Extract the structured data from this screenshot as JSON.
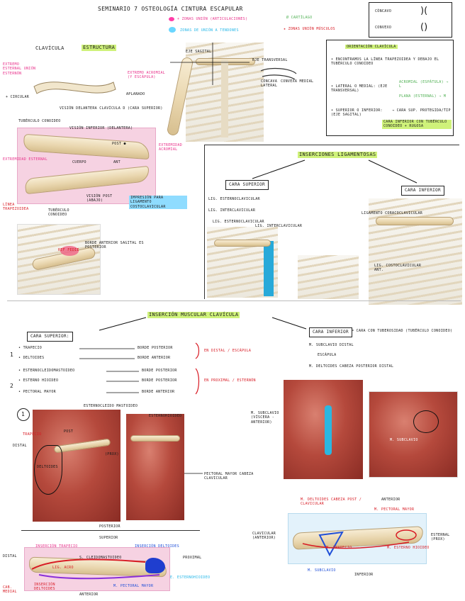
{
  "header": {
    "title": "SEMINARIO 7 OSTEOLOGÍA CINTURA ESCAPULAR",
    "legend": {
      "pink": "+ ZONAS UNIÓN (ARTICULACIONES)",
      "green": "Ø CARTÍLAGO",
      "blue": "ZONAS DE UNIÓN A TENDONES",
      "red": "★ ZONAS UNIÓN MÚSCULOS"
    },
    "curvature": {
      "concavo": "CÓNCAVO",
      "convexo": "CONVEXO",
      "concave_symbol": ")(",
      "convex_symbol": "()"
    }
  },
  "clavicula": {
    "title": "CLAVÍCULA",
    "tag": "ESTRUCTURA",
    "extremo_esternal": "EXTREMO ESTERNAL UNIÓN ESTERNÓN",
    "extremo_esternal_note": "+ CIRCULAR",
    "extremo_acromial": "EXTREMO ACROMIAL (Y ESCÁPULA)",
    "extremo_acromial_note": "APLANADO",
    "vision_anterior": "VISIÓN DELANTERA CLAVÍCULA D (CARA SUPERIOR)",
    "tuberosidad": "TUBÉRCULO CONOIDEO",
    "vision_inferior": "VISIÓN INFERIOR (DELANTERA)",
    "post": "POST ●",
    "ext_acromial": "EXTREMIDAD ACROMIAL",
    "ext_esternal": "EXTREMIDAD ESTERNAL",
    "cuerpo": "CUERPO",
    "ant": "ANT",
    "linea_trapezoidea": "LÍNEA TRAPEZOIDEA",
    "tuberculo_conoideo": "TUBÉRCULO CONOIDEO",
    "vision_post": "VISIÓN POST (ABAJO)",
    "impresion": "IMPRESIÓN PARA LIGAMENTO COSTOCLAVICULAR",
    "acromial_label": "EXTREMIDAD ACROMIAL",
    "sagital_note": "BORDE ANTERIOR SAGITAL ES POSTERIOR",
    "ref": "REF FEDIE"
  },
  "skeleton": {
    "eje_sagital": "EJE SAGITAL",
    "eje_transversal": "EJE TRANSVERSAL",
    "concava_lateral": "CÓNCAVA LATERAL",
    "convexa_medial": "CONVEXA MEDIAL"
  },
  "orientacion": {
    "title": "ORIENTACIÓN CLAVÍCULA",
    "items": [
      "• ENCONTRAMOS LA LÍNEA TRAPEZOIDEA Y DEBAJO EL TUBÉRCULO CONOIDEO",
      "• LATERAL O MEDIAL: (EJE TRANSVERSAL)",
      "• SUPERIOR O INFERIOR: (EJE SAGITAL)"
    ],
    "notes": [
      "ACROMIAL (ESPÁTULA) → L",
      "PLANA (ESTERNAL) → M",
      "→ CARA SUP. PROTEGIDA/TIP",
      "CARA INFERIOR CON TUBÉRCULO CONOIDEO + RUGOSA"
    ]
  },
  "inserciones": {
    "title": "INSERCIONES LIGAMENTOSAS",
    "cara_superior": "CARA SUPERIOR",
    "cara_inferior": "CARA INFERIOR",
    "sup_items": [
      "LIG. ESTERNOCLAVICULAR",
      "LIG. INTERCLAVICULAR"
    ],
    "photo_labels": [
      "LIG. ESTERNOCLAVICULAR",
      "LIG. INTERCLAVICULAR"
    ],
    "inf_items": [
      "LIGAMENTO CORACOCLAVICULAR",
      "LIG. COSTOCLAVICULAR ANT."
    ]
  },
  "muscular": {
    "title": "INSERCIÓN MUSCULAR CLAVÍCULA",
    "cara_superior": "CARA SUPERIOR:",
    "cara_inferior": "CARA INFERIOR",
    "inf_note": "= CARA CON TUBEROSIDAD (TUBÉRCULO CONOIDEO)",
    "inf_items": [
      "M. SUBCLAVIO DISTAL",
      "ESCÁPULA",
      "M. DELTOIDES CABEZA POSTERIOR DISTAL"
    ],
    "group1_num": "1",
    "group2_num": "2",
    "group1": [
      {
        "name": "• TRAPECIO",
        "border": "BORDE POSTERIOR"
      },
      {
        "name": "• DELTOIDES",
        "border": "BORDE ANTERIOR"
      }
    ],
    "group1_note": "EN DISTAL / ESCÁPULA",
    "group2": [
      {
        "name": "• ESTERNOCLEIDOMASTOIDEO",
        "border": "BORDE POSTERIOR"
      },
      {
        "name": "• ESTERNO HIOIDEO",
        "border": "BORDE POSTERIOR"
      },
      {
        "name": "• PECTORAL MAYOR",
        "border": "BORDE ANTERIOR"
      }
    ],
    "group2_note": "EN PROXIMAL / ESTERNÓN"
  },
  "anat1": {
    "circle_num": "1",
    "esternocleido": "ESTERNOCLEIDO MASTOIDEO",
    "esternohioideo": "ESTERNOHIOIDEO",
    "trapecio": "TRAPECIO",
    "post": "POST",
    "distal": "DISTAL",
    "deltoides": "DELTOIDES",
    "prox": "(PROX)",
    "pectoral": "PECTORAL MAYOR CABEZA CLAVICULAR",
    "subclavio": "M. SUBCLAVIO (VÍSCERA - ANTERIOR)",
    "subclavio_label": "M. SUBCLAVIO"
  },
  "diagram_bottom": {
    "superior": "SUPERIOR",
    "distal": "DISTAL",
    "trapecio": "INSERCIÓN TRAPECIO",
    "cleido": "S. CLEIDOMASTOIDEO",
    "lig_acro": "LIG. ACRO",
    "deltoides": "INSERCIÓN DELTOIDES",
    "cab_medial": "CAB. MEDIAL",
    "pectoral": "M. PECTORAL MAYOR",
    "esternohioideo": "E. ESTERNOHIOIDEO",
    "proximal": "PROXIMAL",
    "anterior": "ANTERIOR",
    "posterior": "POSTERIOR"
  },
  "diagram_right": {
    "deltoides": "M. DELTOIDES CABEZA POST / CLAVICULAR",
    "anterior": "ANTERIOR",
    "pectoral": "M. PECTORAL MAYOR",
    "clavicular": "CLAVICULAR (ANTERIOR)",
    "esternal": "ESTERNAL (PROX)",
    "trapecio": "M. TRAPECIO",
    "esterno": "M. ESTERNO HIOIDEO",
    "subclavio": "M. SUBCLAVIO",
    "inferior": "INFERIOR"
  }
}
